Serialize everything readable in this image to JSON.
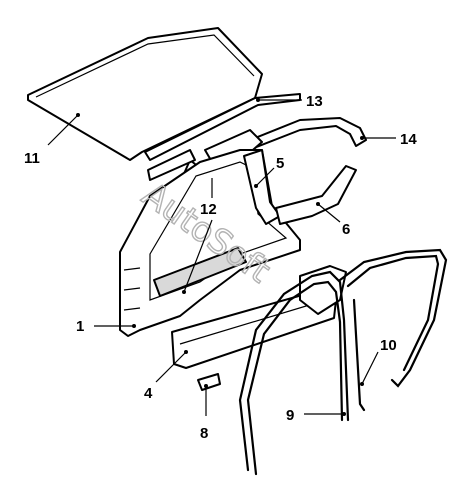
{
  "watermark": "AutoSoft",
  "colors": {
    "line": "#000000",
    "fill": "#ffffff",
    "shade": "#d9d9d9",
    "watermark": "#b3b3b3"
  },
  "callouts": [
    {
      "id": "c1",
      "label": "1"
    },
    {
      "id": "c4",
      "label": "4"
    },
    {
      "id": "c5",
      "label": "5"
    },
    {
      "id": "c6",
      "label": "6"
    },
    {
      "id": "c8",
      "label": "8"
    },
    {
      "id": "c9",
      "label": "9"
    },
    {
      "id": "c10",
      "label": "10"
    },
    {
      "id": "c11",
      "label": "11"
    },
    {
      "id": "c12",
      "label": "12"
    },
    {
      "id": "c13",
      "label": "13"
    },
    {
      "id": "c14",
      "label": "14"
    }
  ]
}
